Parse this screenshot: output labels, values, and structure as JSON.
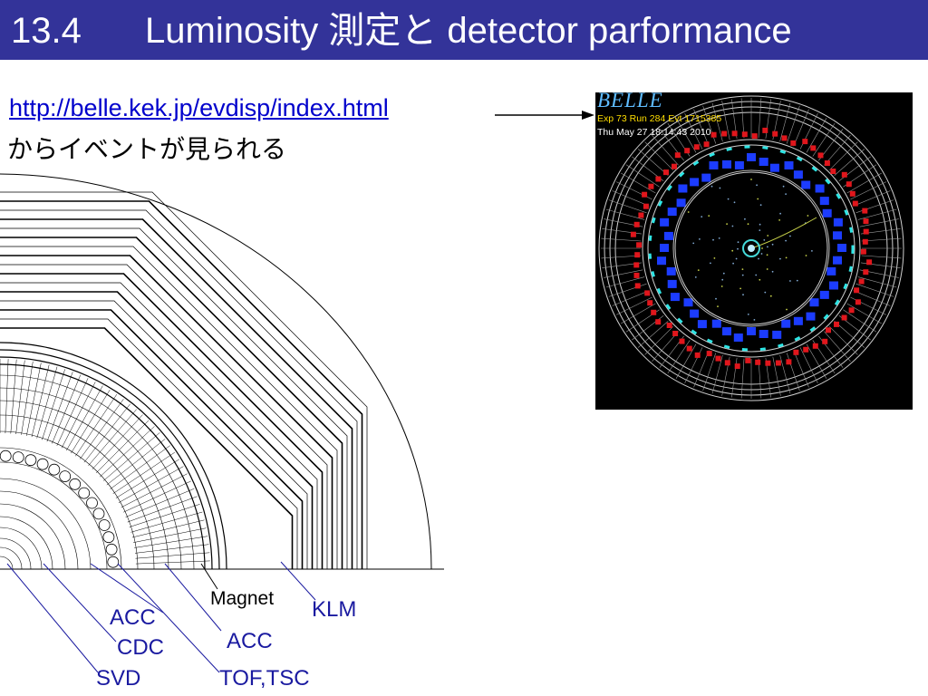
{
  "slide": {
    "section_number": "13.4",
    "title": "Luminosity 測定と detector parformance"
  },
  "link": {
    "url_text": "http://belle.kek.jp/evdisp/index.html",
    "caption": "からイベントが見られる"
  },
  "event_display": {
    "logo": "BELLE",
    "run_info": "Exp 73 Run 284 Evt 1715385",
    "date": "Thu May 27 18:14:43 2010"
  },
  "detector_labels": {
    "magnet": "Magnet",
    "klm": "KLM",
    "acc_inner": "ACC",
    "acc_outer": "ACC",
    "cdc": "CDC",
    "svd": "SVD",
    "tof_tsc": "TOF,TSC"
  },
  "colors": {
    "title_bar": "#333399",
    "link": "#0000cc",
    "label": "#1a1aa0"
  }
}
